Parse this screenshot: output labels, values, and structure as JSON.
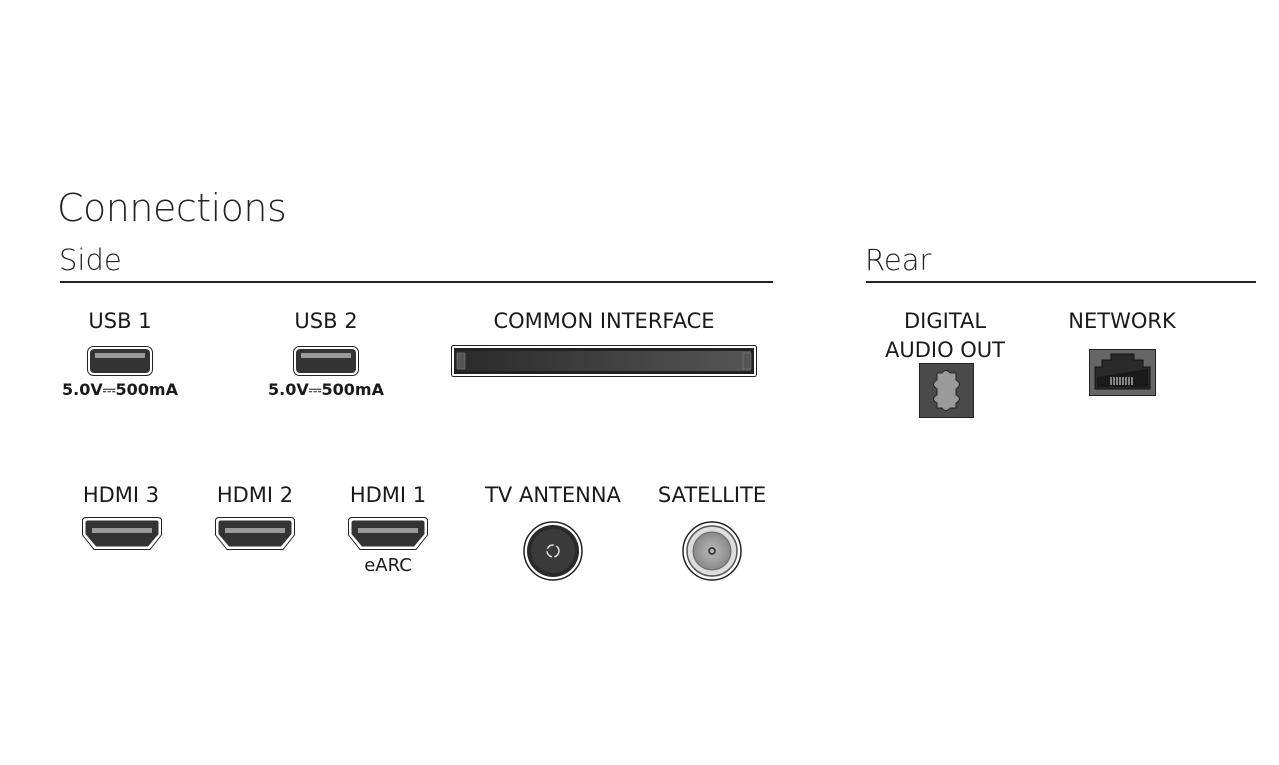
{
  "title": "Connections",
  "side": {
    "heading": "Side",
    "ports": {
      "usb1": {
        "label": "USB 1",
        "rating": "5.0V⎓500mA"
      },
      "usb2": {
        "label": "USB 2",
        "rating": "5.0V⎓500mA"
      },
      "common_interface": {
        "label": "COMMON INTERFACE"
      },
      "hdmi3": {
        "label": "HDMI 3"
      },
      "hdmi2": {
        "label": "HDMI 2"
      },
      "hdmi1": {
        "label": "HDMI 1",
        "note": "eARC"
      },
      "tv_antenna": {
        "label": "TV ANTENNA"
      },
      "satellite": {
        "label": "SATELLITE"
      }
    }
  },
  "rear": {
    "heading": "Rear",
    "ports": {
      "digital_audio_out": {
        "label_line1": "DIGITAL",
        "label_line2": "AUDIO OUT"
      },
      "network": {
        "label": "NETWORK"
      }
    }
  }
}
